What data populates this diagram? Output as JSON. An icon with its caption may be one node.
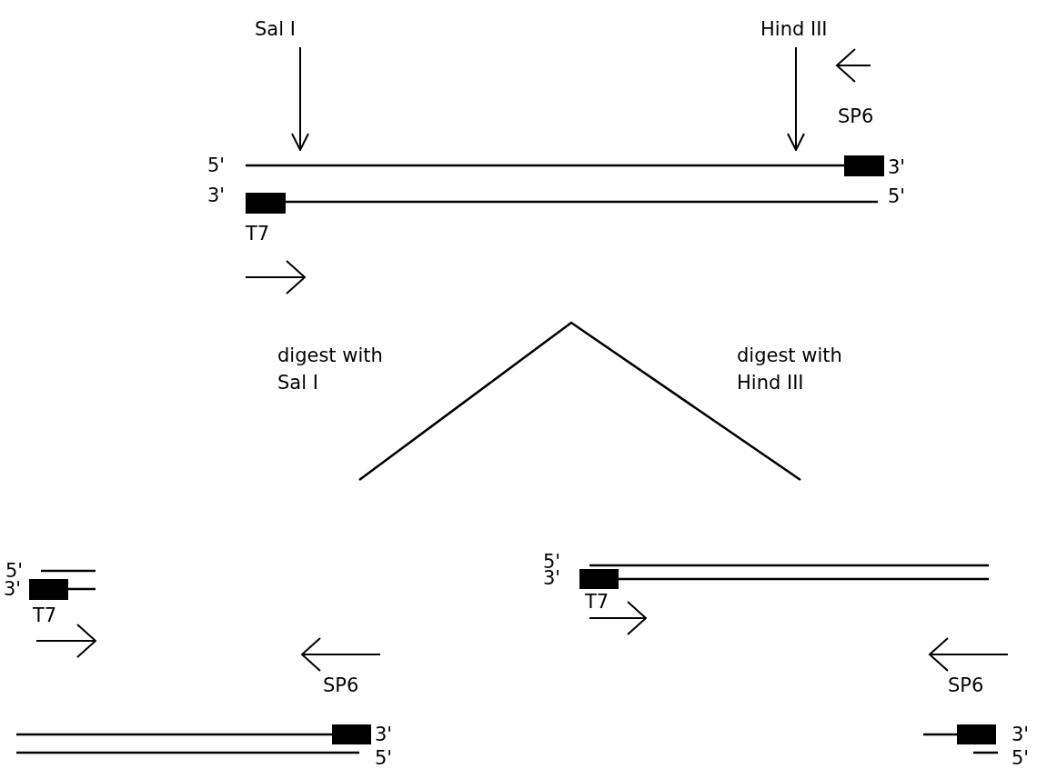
{
  "diagram": {
    "nodes": [
      {
        "text": [
          "Sal I"
        ]
      },
      {
        "text": [
          "Hind III"
        ]
      }
    ],
    "edges": [
      {
        "from": 0,
        "to": null,
        "arrow": "to"
      },
      {
        "from": 1,
        "to": null,
        "arrow": "to"
      }
    ],
    "labels": [
      "SP6",
      "5'",
      "3'",
      "3'",
      "5'",
      "T7",
      "digest with Sal I",
      "digest with Hind III",
      "5'",
      "5'",
      "3'",
      "3'",
      "T7",
      "T7",
      "SP6",
      "SP6",
      "3'",
      "3'",
      "5'",
      "5'"
    ]
  }
}
